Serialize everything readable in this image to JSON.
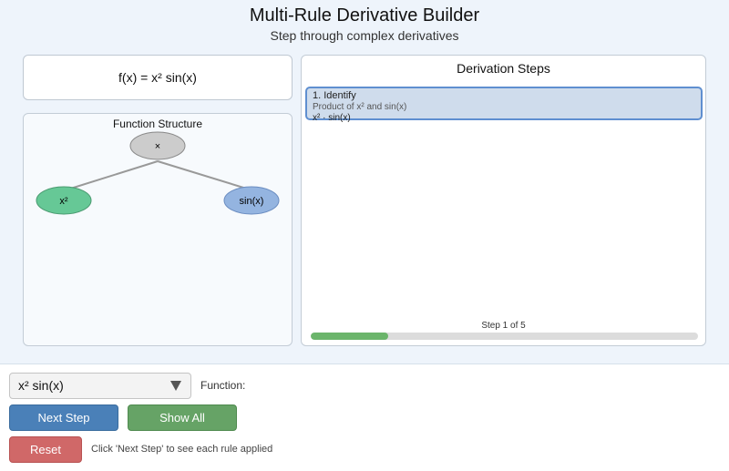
{
  "header": {
    "title": "Multi-Rule Derivative Builder",
    "subtitle": "Step through complex derivatives"
  },
  "function_display": "f(x) = x² sin(x)",
  "structure": {
    "title": "Function Structure",
    "root": {
      "label": "×",
      "color": "#cccccc"
    },
    "left": {
      "label": "x²",
      "color": "#66c896"
    },
    "right": {
      "label": "sin(x)",
      "color": "#94b4e0"
    }
  },
  "steps_panel": {
    "title": "Derivation Steps",
    "steps": [
      {
        "name": "1. Identify",
        "description": "Product of x² and sin(x)",
        "expression": "x² · sin(x)"
      }
    ],
    "counter": "Step 1 of 5",
    "progress": 0.2
  },
  "controls": {
    "selected_function": "x² sin(x)",
    "function_label": "Function:",
    "next_label": "Next Step",
    "show_all_label": "Show All",
    "reset_label": "Reset",
    "hint": "Click 'Next Step' to see each rule applied"
  },
  "colors": {
    "accent_blue": "#4a80b8",
    "accent_green": "#66a366",
    "accent_red": "#d06868",
    "progress": "#6bb56b"
  }
}
